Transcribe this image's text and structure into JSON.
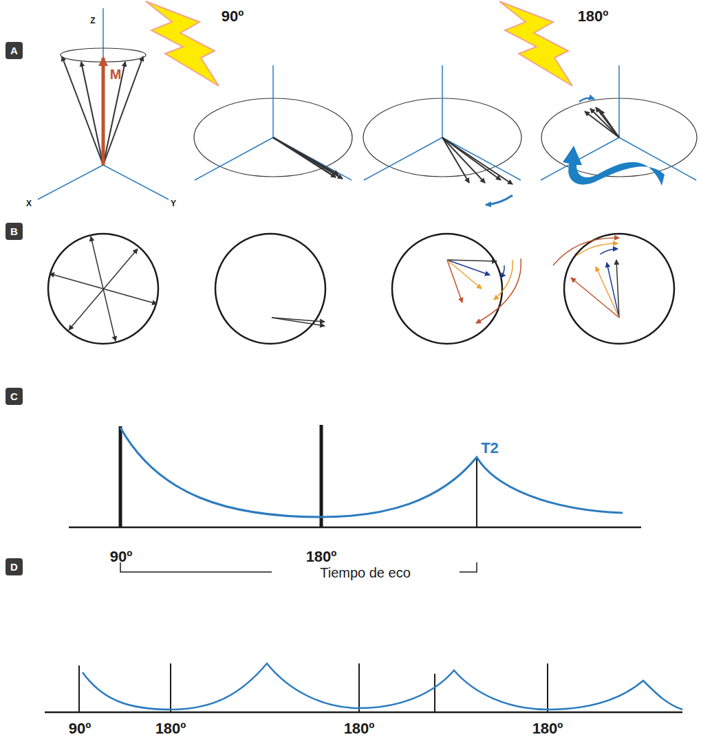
{
  "diagram": {
    "nodes": [
      {
        "text": [
          "A"
        ]
      },
      {
        "text": [
          "B"
        ]
      },
      {
        "text": [
          "C"
        ]
      },
      {
        "text": [
          "D"
        ]
      }
    ],
    "labels": [
      "90º",
      "180º",
      "Z",
      "M",
      "X",
      "Y",
      "T2",
      "Tiempo de eco",
      "90º",
      "180º",
      "90º",
      "180º",
      "180º",
      "180º"
    ]
  }
}
